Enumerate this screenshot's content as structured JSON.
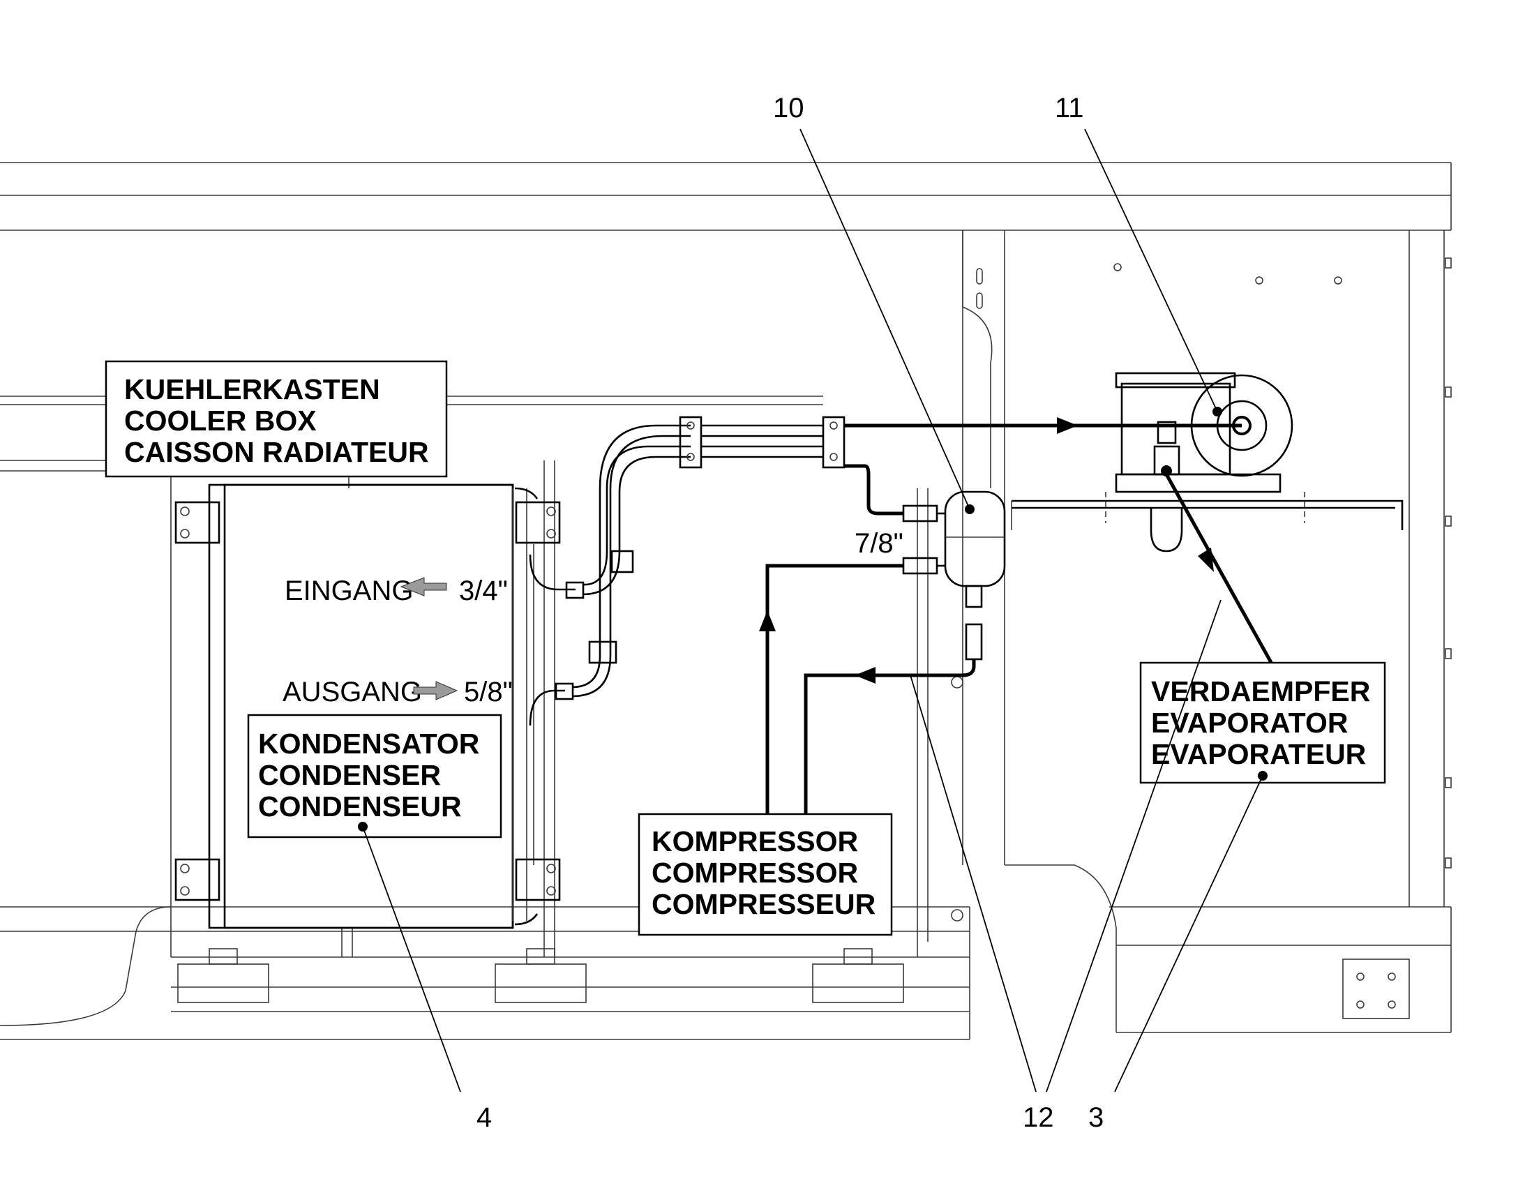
{
  "labels": {
    "cooler_box": [
      "KUEHLERKASTEN",
      "COOLER BOX",
      "CAISSON RADIATEUR"
    ],
    "condenser": [
      "KONDENSATOR",
      "CONDENSER",
      "CONDENSEUR"
    ],
    "compressor": [
      "KOMPRESSOR",
      "COMPRESSOR",
      "COMPRESSEUR"
    ],
    "evaporator": [
      "VERDAEMPFER",
      "EVAPORATOR",
      "EVAPORATEUR"
    ]
  },
  "flow": {
    "inlet_label": "EINGANG",
    "inlet_size": "3/4\"",
    "outlet_label": "AUSGANG",
    "outlet_size": "5/8\"",
    "dryer_size": "7/8\""
  },
  "callouts": {
    "c10": "10",
    "c11": "11",
    "c4": "4",
    "c12": "12",
    "c3": "3"
  }
}
